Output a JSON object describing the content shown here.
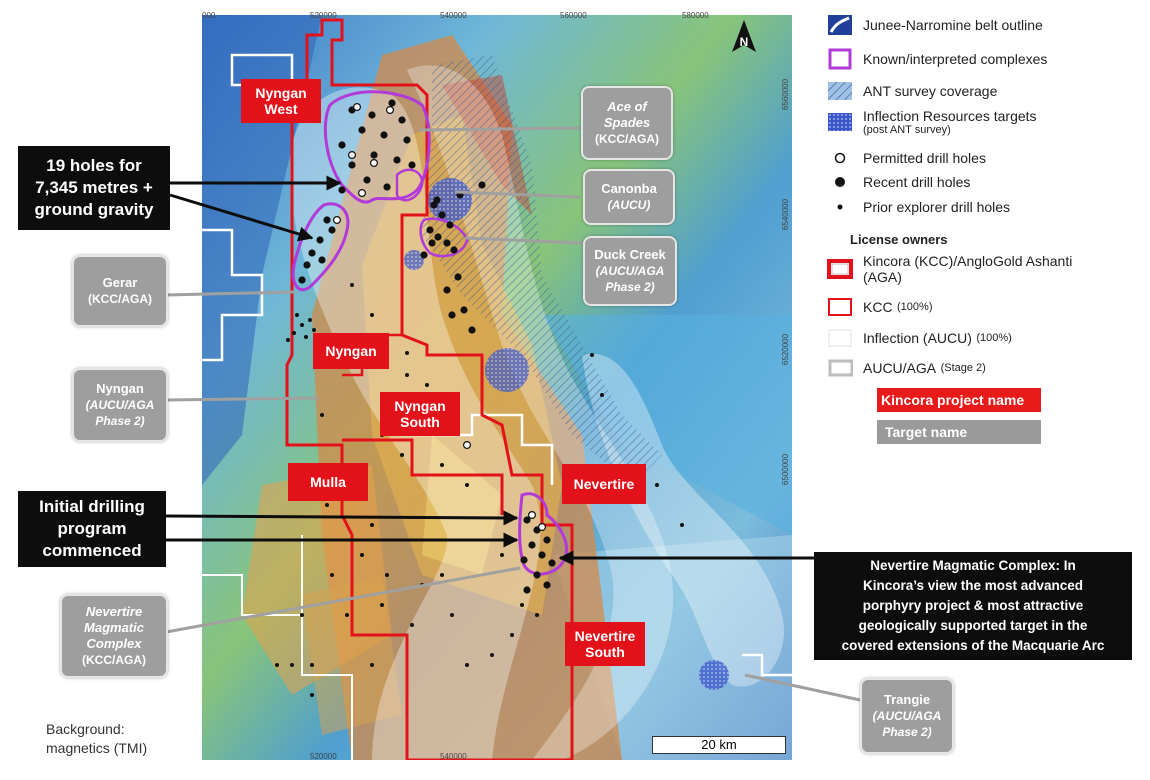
{
  "axis_ticks": {
    "top": [
      "000",
      "520000",
      "540000",
      "560000",
      "580000"
    ],
    "right": [
      "6560000",
      "6540000",
      "6520000",
      "6500000"
    ],
    "bottom": [
      "520000",
      "540000"
    ]
  },
  "north_label": "N",
  "scale_bar": "20 km",
  "background_note": [
    "Background:",
    "magnetics (TMI)"
  ],
  "legend": {
    "items": [
      {
        "symbol": "belt-outline",
        "label": "Junee-Narromine belt outline"
      },
      {
        "symbol": "complex-outline",
        "label": "Known/interpreted complexes"
      },
      {
        "symbol": "ant-hatch",
        "label": "ANT survey coverage"
      },
      {
        "symbol": "target-dots",
        "label": "Inflection Resources targets",
        "sub": "(post ANT survey)"
      },
      {
        "symbol": "permitted-hole",
        "label": "Permitted drill holes"
      },
      {
        "symbol": "recent-hole",
        "label": "Recent drill holes"
      },
      {
        "symbol": "prior-hole",
        "label": "Prior explorer drill holes"
      }
    ],
    "owners_heading": "License owners",
    "owners": [
      {
        "symbol": "kcc-aga",
        "label": "Kincora (KCC)/AngloGold Ashanti",
        "label2": "(AGA)"
      },
      {
        "symbol": "kcc",
        "label": "KCC",
        "sub": "(100%)"
      },
      {
        "symbol": "inflection",
        "label": "Inflection (AUCU)",
        "sub": "(100%)"
      },
      {
        "symbol": "aucu-aga",
        "label": "AUCU/AGA",
        "sub": "(Stage 2)"
      }
    ],
    "project_swatch": "Kincora project name",
    "target_swatch": "Target name"
  },
  "colors": {
    "kincora_red": "#e3121a",
    "complex_purple": "#b23ad8",
    "target_grey": "#9e9e9e",
    "callout_black": "#0d0d0d"
  },
  "projects": [
    {
      "id": "nyngan-west",
      "lines": [
        "Nyngan",
        "West"
      ]
    },
    {
      "id": "nyngan",
      "lines": [
        "Nyngan"
      ]
    },
    {
      "id": "nyngan-south",
      "lines": [
        "Nyngan",
        "South"
      ]
    },
    {
      "id": "mulla",
      "lines": [
        "Mulla"
      ]
    },
    {
      "id": "nevertire",
      "lines": [
        "Nevertire"
      ]
    },
    {
      "id": "nevertire-south",
      "lines": [
        "Nevertire",
        "South"
      ]
    }
  ],
  "targets": [
    {
      "id": "ace-of-spades",
      "name": [
        "Ace of",
        "Spades"
      ],
      "owner": "(KCC/AGA)"
    },
    {
      "id": "canonba",
      "name": [
        "Canonba"
      ],
      "owner": "(AUCU)"
    },
    {
      "id": "duck-creek",
      "name": [
        "Duck Creek"
      ],
      "owner": "(AUCU/AGA Phase 2)"
    },
    {
      "id": "gerar",
      "name": [
        "Gerar"
      ],
      "owner": "(KCC/AGA)"
    },
    {
      "id": "nyngan-target",
      "name": [
        "Nyngan"
      ],
      "owner": "(AUCU/AGA Phase 2)"
    },
    {
      "id": "nevertire-complex",
      "name": [
        "Nevertire",
        "Magmatic",
        "Complex"
      ],
      "owner": "(KCC/AGA)"
    },
    {
      "id": "trangie",
      "name": [
        "Trangie"
      ],
      "owner": "(AUCU/AGA Phase 2)"
    }
  ],
  "callouts": {
    "holes": [
      "19 holes for",
      "7,345 metres +",
      "ground gravity"
    ],
    "initial": [
      "Initial drilling",
      "program",
      "commenced"
    ],
    "nevertire_note": [
      "Nevertire Magmatic Complex: In",
      "Kincora’s view the most advanced",
      "porphyry project & most attractive",
      "geologically supported target in the",
      "covered extensions of the Macquarie Arc"
    ]
  }
}
